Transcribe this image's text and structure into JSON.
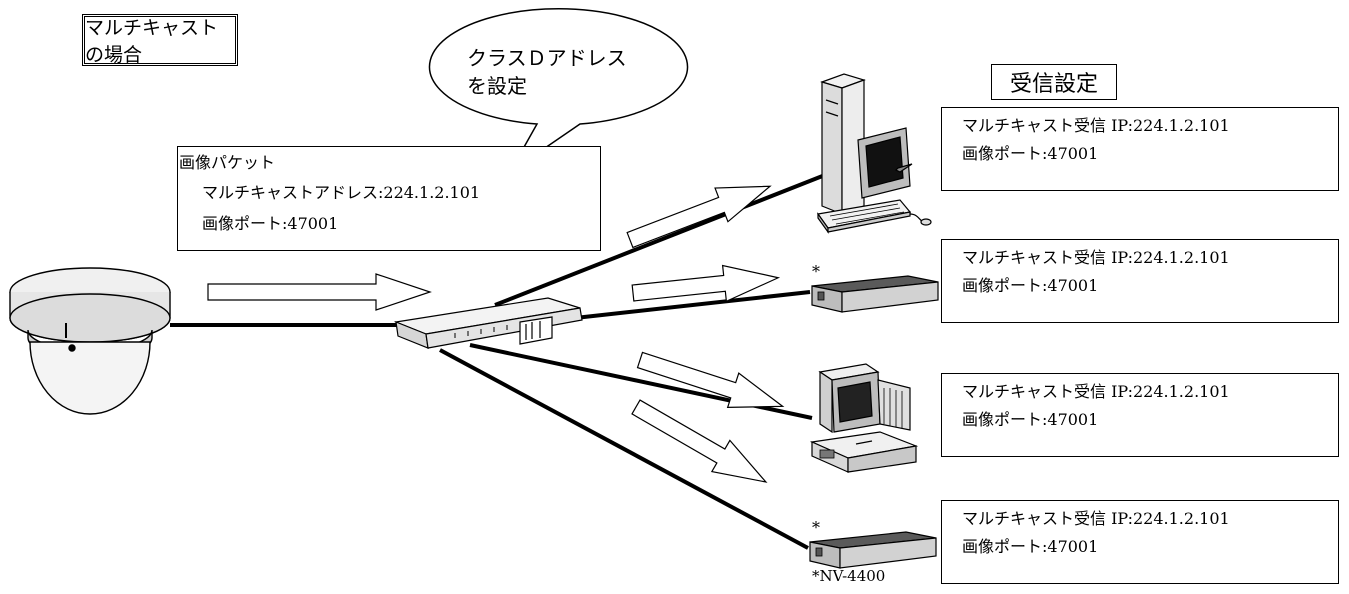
{
  "title": "マルチキャストの場合",
  "bubble": {
    "line1": "クラスＤアドレス",
    "line2": "を設定"
  },
  "packet": {
    "heading": "画像パケット",
    "address": "マルチキャストアドレス:224.1.2.101",
    "port": "画像ポート:47001"
  },
  "receive_header": "受信設定",
  "receivers": [
    {
      "ip": "マルチキャスト受信 IP:224.1.2.101",
      "port": "画像ポート:47001"
    },
    {
      "ip": "マルチキャスト受信 IP:224.1.2.101",
      "port": "画像ポート:47001"
    },
    {
      "ip": "マルチキャスト受信 IP:224.1.2.101",
      "port": "画像ポート:47001"
    },
    {
      "ip": "マルチキャスト受信 IP:224.1.2.101",
      "port": "画像ポート:47001"
    }
  ],
  "asterisk": "*",
  "footnote": "*NV-4400",
  "icons": [
    "dome-camera-icon",
    "network-hub-icon",
    "tower-pc-icon",
    "recorder-icon",
    "desktop-pc-icon",
    "recorder-icon"
  ]
}
